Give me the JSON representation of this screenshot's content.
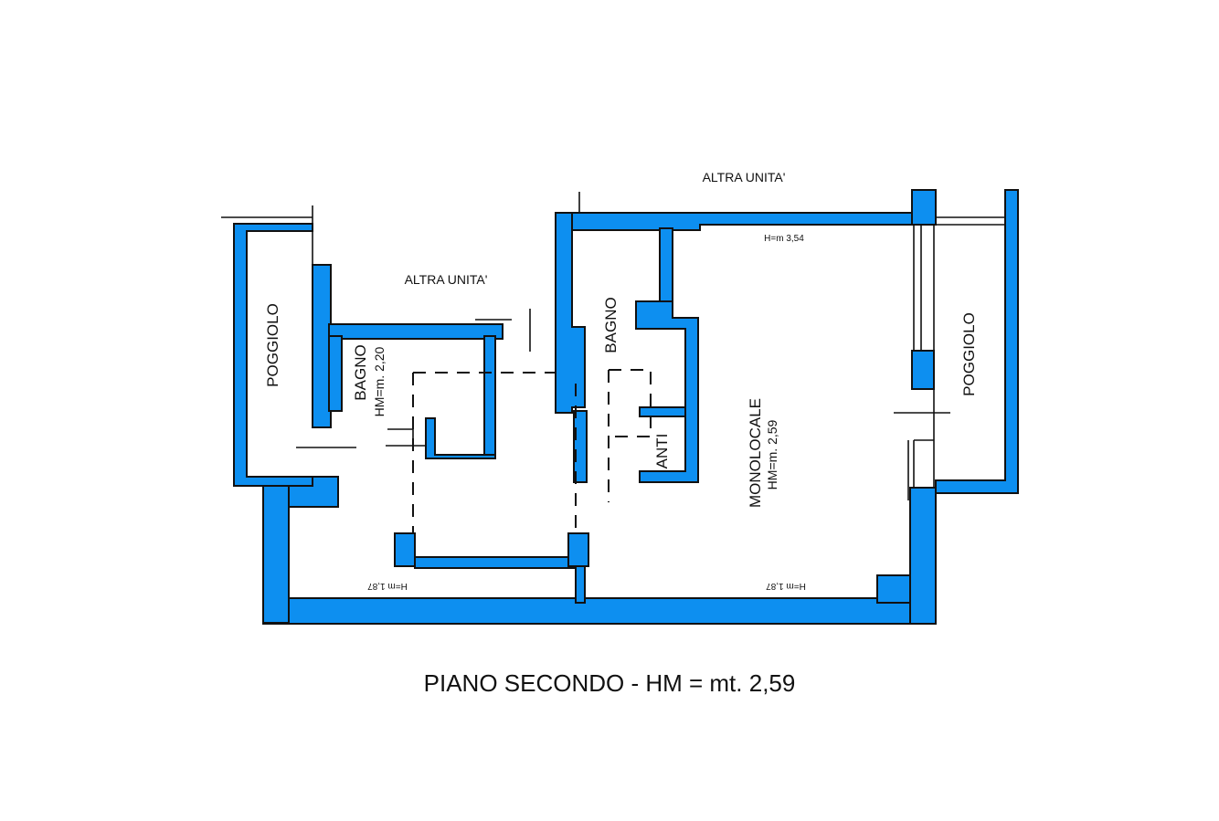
{
  "colors": {
    "wall": "#0d8ff0",
    "line": "#111111",
    "background": "#ffffff"
  },
  "labels": {
    "altra_unita_top": "ALTRA UNITA'",
    "altra_unita_mid": "ALTRA UNITA'",
    "poggiolo_left": "POGGIOLO",
    "poggiolo_right": "POGGIOLO",
    "bagno_left": "BAGNO",
    "bagno_left_height": "HM=m. 2,20",
    "bagno_right": "BAGNO",
    "anti": "ANTI",
    "monolocale": "MONOLOCALE",
    "monolocale_height": "HM=m. 2,59",
    "height_top": "H=m 3,54",
    "height_bottom_left": "H=m 1,87",
    "height_bottom_right": "H=m 1,87"
  },
  "caption": "PIANO SECONDO - HM = mt. 2,59"
}
